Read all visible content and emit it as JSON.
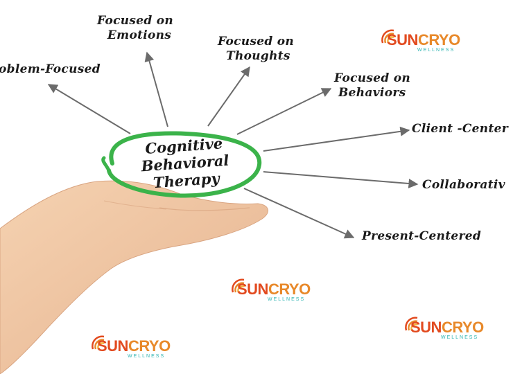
{
  "center": {
    "line1": "Cognitive",
    "line2": "Behavioral",
    "line3": "Therapy"
  },
  "branches": {
    "problem_focused": "oblem-Focused",
    "emotions_line1": "Focused on",
    "emotions_line2": "Emotions",
    "thoughts_line1": "Focused on",
    "thoughts_line2": "Thoughts",
    "behaviors_line1": "Focused on",
    "behaviors_line2": "Behaviors",
    "client_centered": "Client -Center",
    "collaborative": "Collaborativ",
    "present_centered": "Present-Centered"
  },
  "watermark": {
    "brand_part1": "SUN",
    "brand_part2": "CRYO",
    "subtitle": "WELLNESS"
  },
  "colors": {
    "ellipse": "#3bb34a",
    "arrow": "#6b6b6b",
    "skin": "#f1c9a5"
  }
}
